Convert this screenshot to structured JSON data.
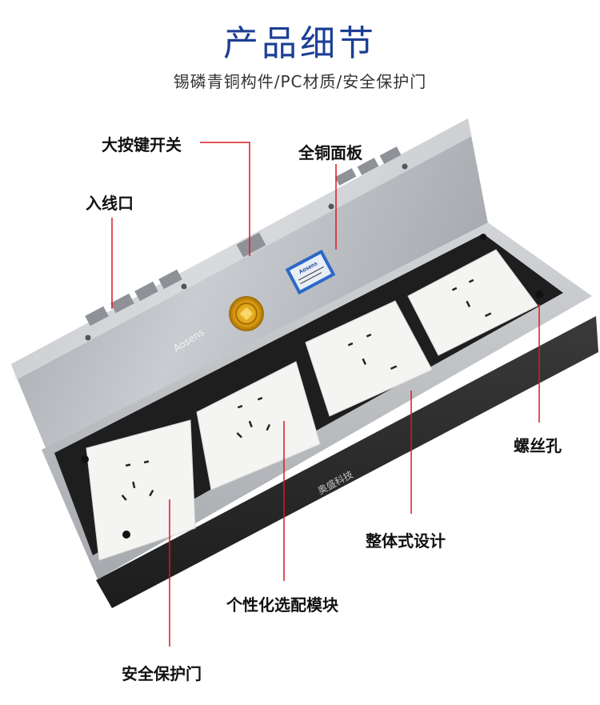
{
  "header": {
    "title": "产品细节",
    "subtitle": "锡磷青铜构件/PC材质/安全保护门"
  },
  "labels": {
    "big_switch": "大按键开关",
    "copper_panel": "全铜面板",
    "cable_inlet": "入线口",
    "screw_hole": "螺丝孔",
    "integrated_design": "整体式设计",
    "custom_modules": "个性化选配模块",
    "safety_door": "安全保护门"
  },
  "product": {
    "brand_mark": "Aosens",
    "sticker_text": "Aosens",
    "watermark_1": "Aosens",
    "watermark_2": "奥盛科技",
    "socket_count": 4
  },
  "colors": {
    "title": "#1d3f94",
    "leader_line": "#d71920",
    "steel": "#b9bcc0",
    "socket": "#f4f4f2"
  }
}
